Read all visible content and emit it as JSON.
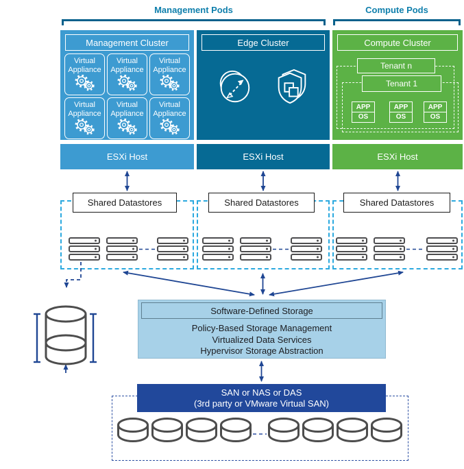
{
  "header": {
    "management_pods": "Management Pods",
    "compute_pods": "Compute Pods"
  },
  "management_cluster": {
    "title": "Management Cluster",
    "appliance_line1": "Virtual",
    "appliance_line2": "Appliance",
    "appliance_count": 6
  },
  "edge_cluster": {
    "title": "Edge Cluster"
  },
  "compute_cluster": {
    "title": "Compute Cluster",
    "tenant_n": "Tenant n",
    "tenant_1": "Tenant 1",
    "app_label": "APP",
    "os_label": "OS"
  },
  "hosts": {
    "esxi_label": "ESXi Host"
  },
  "storage": {
    "shared_datastores_label": "Shared Datastores",
    "sds": {
      "title": "Software-Defined Storage",
      "lines": [
        "Policy-Based Storage Management",
        "Virtualized Data Services",
        "Hypervisor Storage Abstraction"
      ]
    },
    "san": {
      "line1": "SAN or NAS or DAS",
      "line2": "(3rd party or VMware Virtual SAN)"
    }
  },
  "icons": {
    "gear-pair-icon": "two interlocking gears",
    "scale-circles-icon": "overlapping circles with diagonal resize arrow",
    "shield-vm-icon": "shield with overlapping squares",
    "rack-server-icon": "stacked rack server bars",
    "disk-cylinder-icon": "storage disk cylinder"
  },
  "colors": {
    "management_blue": "#3D9BD1",
    "edge_teal": "#066A94",
    "compute_green": "#5CB246",
    "sds_fill": "#A7D1E8",
    "san_navy": "#21489B",
    "pod_dash_cyan": "#2BA9DF",
    "arrow_navy": "#1F4693",
    "bottom_dash_navy": "#2B4EA2",
    "server_gray": "#4D4D4F",
    "pods_label_teal": "#0F7FAC"
  }
}
